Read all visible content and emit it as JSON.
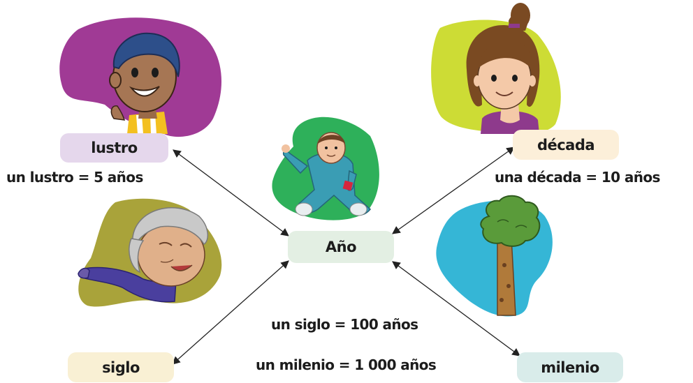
{
  "center": {
    "label": "Año"
  },
  "nodes": {
    "lustro": {
      "label": "lustro",
      "equation": "un lustro = 5 años"
    },
    "decada": {
      "label": "década",
      "equation": "una década = 10 años"
    },
    "siglo": {
      "label": "siglo",
      "equation": "un siglo = 100 años"
    },
    "milenio": {
      "label": "milenio",
      "equation": "un milenio = 1 000 años"
    }
  },
  "colors": {
    "lustro_box": "#e5d7ec",
    "decada_box": "#fcefd9",
    "ano_box": "#e3efe3",
    "siglo_box": "#f9f0d4",
    "milenio_box": "#d9ecea",
    "purple_blob": "#a03a95",
    "lime_blob": "#cddc35",
    "green_blob": "#2eb05a",
    "olive_blob": "#a9a33a",
    "cyan_blob": "#35b6d6"
  },
  "illustrations": [
    "boy-illustration",
    "girl-illustration",
    "baby-illustration",
    "grandmother-illustration",
    "tree-illustration"
  ]
}
